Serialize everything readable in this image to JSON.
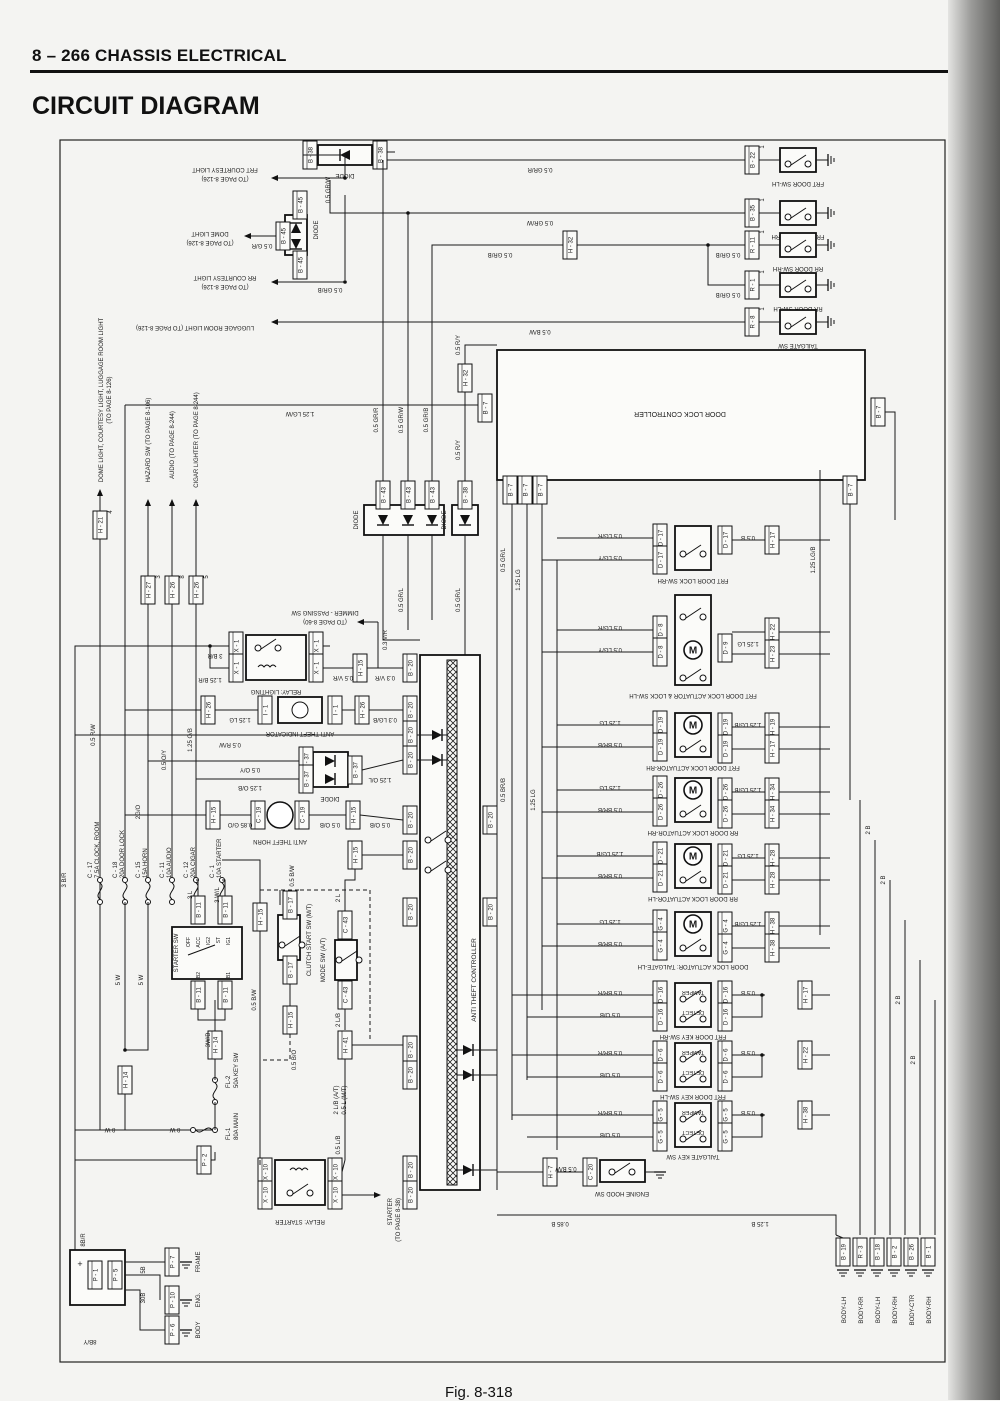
{
  "header": {
    "section": "8 – 266 CHASSIS ELECTRICAL",
    "title": "CIRCUIT DIAGRAM"
  },
  "caption": "Fig. 8-318",
  "controllers": {
    "door_lock": "DOOR LOCK CONTROLLER",
    "anti_theft": "ANTI THEFT CONTROLLER",
    "door_lock_conn": "B - 7",
    "anti_theft_conn": "B - 20"
  },
  "door_switches": [
    {
      "label": "FRT DOOR SW-LH",
      "conn": "B - 22",
      "pin": "1",
      "wire": "0.5 GR/R"
    },
    {
      "label": "FRT DOOR SW-RH",
      "conn": "B - 35",
      "pin": "1",
      "wire": "0.5 GR/W"
    },
    {
      "label": "RR DOOR SW-RH",
      "conn": "R - 11",
      "pin": "1",
      "wire": "0.5 GR/B"
    },
    {
      "label": "RR DOOR SW-LH",
      "conn": "R - 1",
      "pin": "1",
      "wire": "0.5 GR/B"
    },
    {
      "label": "TAILGATE SW",
      "conn": "R - 8",
      "pin": "1",
      "wire": "0.5 B/W"
    }
  ],
  "lights": [
    {
      "label": "FRT COURTESY LIGHT",
      "page": "(TO PAGE 8-126)",
      "wire": "0.5 GR/W"
    },
    {
      "label": "DOME LIGHT",
      "page": "(TO PAGE 8-126)",
      "wire": "0.5 G/R"
    },
    {
      "label": "RR COURTESY LIGHT",
      "page": "(TO PAGE 8-126)",
      "wire": "0.5 GR/B"
    },
    {
      "label": "LUGGAGE ROOM LIGHT (TO PAGE 8-126)",
      "wire": "0.5 B/W"
    }
  ],
  "diodes": {
    "label": "DIODE",
    "c38": "B - 38",
    "c45": "B - 45",
    "c43": "B - 43",
    "c37": "B - 37",
    "h32": "H - 32"
  },
  "vertical_wires": {
    "a": "0.5 GR/R",
    "b": "0.5 GR/W",
    "c": "0.5 GR/B",
    "d": "0.5 R/Y",
    "e": "0.5 GR/L",
    "f": "1.25 LG/W",
    "g": "0.5 R/W",
    "h": "1.25 O/B",
    "i": "0.5 O/Y",
    "j": "2G/O",
    "k": "3 B/R",
    "l": "5 W",
    "m": "8 W",
    "n": "1.25 LG/B",
    "o": "2 B",
    "p": "0.85 B",
    "q": "1.25 B",
    "r": "0.5 BR/B",
    "s": "1.25 LG",
    "t": "1.25 B"
  },
  "left_outputs": [
    {
      "label": "DOME LIGHT, COURTESY LIGHT, LUGGAGE ROOM LIGHT",
      "page": "(TO PAGE 8-126)",
      "conn": "H - 21",
      "pin": "4"
    },
    {
      "label": "HAZARD SW (TO PAGE 8-106)",
      "conn": "H - 27",
      "pin": "3"
    },
    {
      "label": "AUDIO (TO PAGE 8-244)",
      "conn": "H - 26",
      "pin": "8"
    },
    {
      "label": "CIGAR LIGHTER (TO PAGE 8-244)",
      "conn": "H - 26",
      "pin": "5"
    }
  ],
  "dimmer": {
    "label": "DIMMER - PASSING SW",
    "page": "(TO PAGE 8-60)",
    "wire": "0.3 V/R"
  },
  "relay_lighting": {
    "label": "RELAY: LIGHTING",
    "conn": "X - 1",
    "h": "H - 15",
    "wires": [
      "3 B/R",
      "1.25 B/R",
      "0.5 V/R",
      "0.3 V/R"
    ]
  },
  "indicator": {
    "label": "ANTI THEFT INDICATOR",
    "conn": "I - 1",
    "h": "H - 26",
    "wires": [
      "1.25 LG",
      "0.3 LG/B"
    ]
  },
  "diode37": {
    "wires": [
      "0.5 O/Y",
      "1.25 O/B",
      "1.25 O/L"
    ]
  },
  "horn": {
    "label": "ANTI THEFT HORN",
    "conn": "C - 19",
    "h": "H - 15",
    "wires": [
      "0.85 G/O",
      "0.5 O/B"
    ]
  },
  "fuses": [
    {
      "id": "C - 17",
      "label": "7.5A CLOCK, ROOM"
    },
    {
      "id": "C - 18",
      "label": "20A DOOR LOCK"
    },
    {
      "id": "C - 15",
      "label": "15A HORN"
    },
    {
      "id": "C - 11",
      "label": "10A AUDIO"
    },
    {
      "id": "C - 12",
      "label": "20A CIGAR"
    },
    {
      "id": "C - 1",
      "label": "10A STARTER"
    },
    {
      "id": "FL-1",
      "label": "80A MAIN"
    },
    {
      "id": "FL-2",
      "label": "50A KEY SW"
    }
  ],
  "starter_sw": {
    "label": "STARTER SW",
    "positions": [
      "OFF",
      "ACC",
      "IG2",
      "ST",
      "IG1",
      "B2",
      "B1"
    ],
    "conn": "B - 11",
    "h": "H - 14",
    "wires": [
      "3 L",
      "3 W/L",
      "3W/B",
      "3W/B"
    ]
  },
  "clutch_sw": {
    "label": "CLUTCH START SW (M/T)",
    "conn": "B - 17",
    "h": "H - 15",
    "wires": [
      "0.5 B/W",
      "0.5 B/O"
    ]
  },
  "mode_sw": {
    "label": "MODE SW (A/T)",
    "conn": "C - 43",
    "h": "H - 41",
    "wires": [
      "2 L",
      "2 L/B",
      "2 L/B (A/T)",
      "0.5 L (M/T)",
      "0.5 L/B"
    ]
  },
  "relay_starter": {
    "label": "RELAY: STARTER",
    "conn": "X - 10",
    "out": "STARTER",
    "page": "(TO PAGE 8-38)"
  },
  "battery": {
    "conns": [
      "P - 1",
      "P - 5",
      "P - 2",
      "P - 10",
      "P - 6",
      "P - 7"
    ],
    "grounds": [
      "ENG.",
      "BODY",
      "FRAME"
    ],
    "wires": [
      "8B/R",
      "5B",
      "30B",
      "8B/Y"
    ]
  },
  "actuators": [
    {
      "label": "FRT DOOR LOCK SW-RH",
      "conn": "D - 17",
      "h": "H - 17",
      "wires": [
        "0.5 LG/R",
        "0.5 LG/Y",
        "0.5 B"
      ]
    },
    {
      "label": "FRT DOOR LOCK ACTUATOR & LOCK SW-LH",
      "conn": "D - 8",
      "conn2": "D - 9",
      "h": "H - 22",
      "h2": "H - 23",
      "wires": [
        "0.5 LG/R",
        "0.5 LG/Y",
        "1.25 LG",
        "0.5 BR/B",
        "1.25 LG/B",
        "0.5 B"
      ]
    },
    {
      "label": "FRT DOOR LOCK ACTUATOR-RH",
      "conn": "D - 19",
      "h": "H - 19",
      "h2": "H - 17",
      "wires": [
        "1.25 LG",
        "0.5 BR/B",
        "1.25 LG/B",
        "0.5 B"
      ]
    },
    {
      "label": "RR DOOR LOCK ACTUATOR-RH",
      "conn": "D - 26",
      "h": "H - 34",
      "h2": "H - 34",
      "wires": [
        "1.25 LG",
        "0.5 BR/B",
        "1.25 LG/B",
        "0.5 B"
      ]
    },
    {
      "label": "RR DOOR LOCK ACTUATOR-LH",
      "conn": "D - 21",
      "h": "H - 28",
      "h2": "H - 28",
      "wires": [
        "1.25 LG/B",
        "0.5 BR/B",
        "1.25 LG",
        "0.5 B"
      ]
    },
    {
      "label": "DOOR LOCK ACTUATOR: TAILGATE-LH",
      "conn": "G - 4",
      "h": "H - 38",
      "h2": "H - 38",
      "wires": [
        "1.25 LG",
        "0.5 BR/B",
        "1.25 LG/B",
        "0.5 B"
      ]
    }
  ],
  "motor": "M",
  "key_switches": [
    {
      "label": "FRT DOOR KEY SW-RH",
      "conn": "D - 16",
      "h": "H - 17",
      "wires": [
        "0.5 BR/R",
        "0.5 O/B",
        "0.5 B"
      ]
    },
    {
      "label": "FRT DOOR KEY SW-LH",
      "conn": "D - 6",
      "h": "H - 22",
      "wires": [
        "0.5 BR/R",
        "0.5 O/B",
        "0.5 B"
      ]
    },
    {
      "label": "TAILGATE KEY SW",
      "conn": "G - 5",
      "h": "H - 38",
      "wires": [
        "0.5 BR/R",
        "0.5 O/B",
        "0.5 B"
      ]
    }
  ],
  "tamper": "TAMPER",
  "detect": "DETECT",
  "engine_hood": {
    "label": "ENGINE HOOD SW",
    "conn": "C - 20",
    "h": "H - 7",
    "wire": "0.5 B/W"
  },
  "grounds": [
    {
      "conn": "B - 19",
      "label": "BODY-LH"
    },
    {
      "conn": "R - 3",
      "label": "BODY-RR"
    },
    {
      "conn": "B - 18",
      "label": "BODY-LH"
    },
    {
      "conn": "B - 2",
      "label": "BODY-RH"
    },
    {
      "conn": "B - 26",
      "label": "BODY-CTR"
    },
    {
      "conn": "B - 1",
      "label": "BODY-RH"
    }
  ]
}
